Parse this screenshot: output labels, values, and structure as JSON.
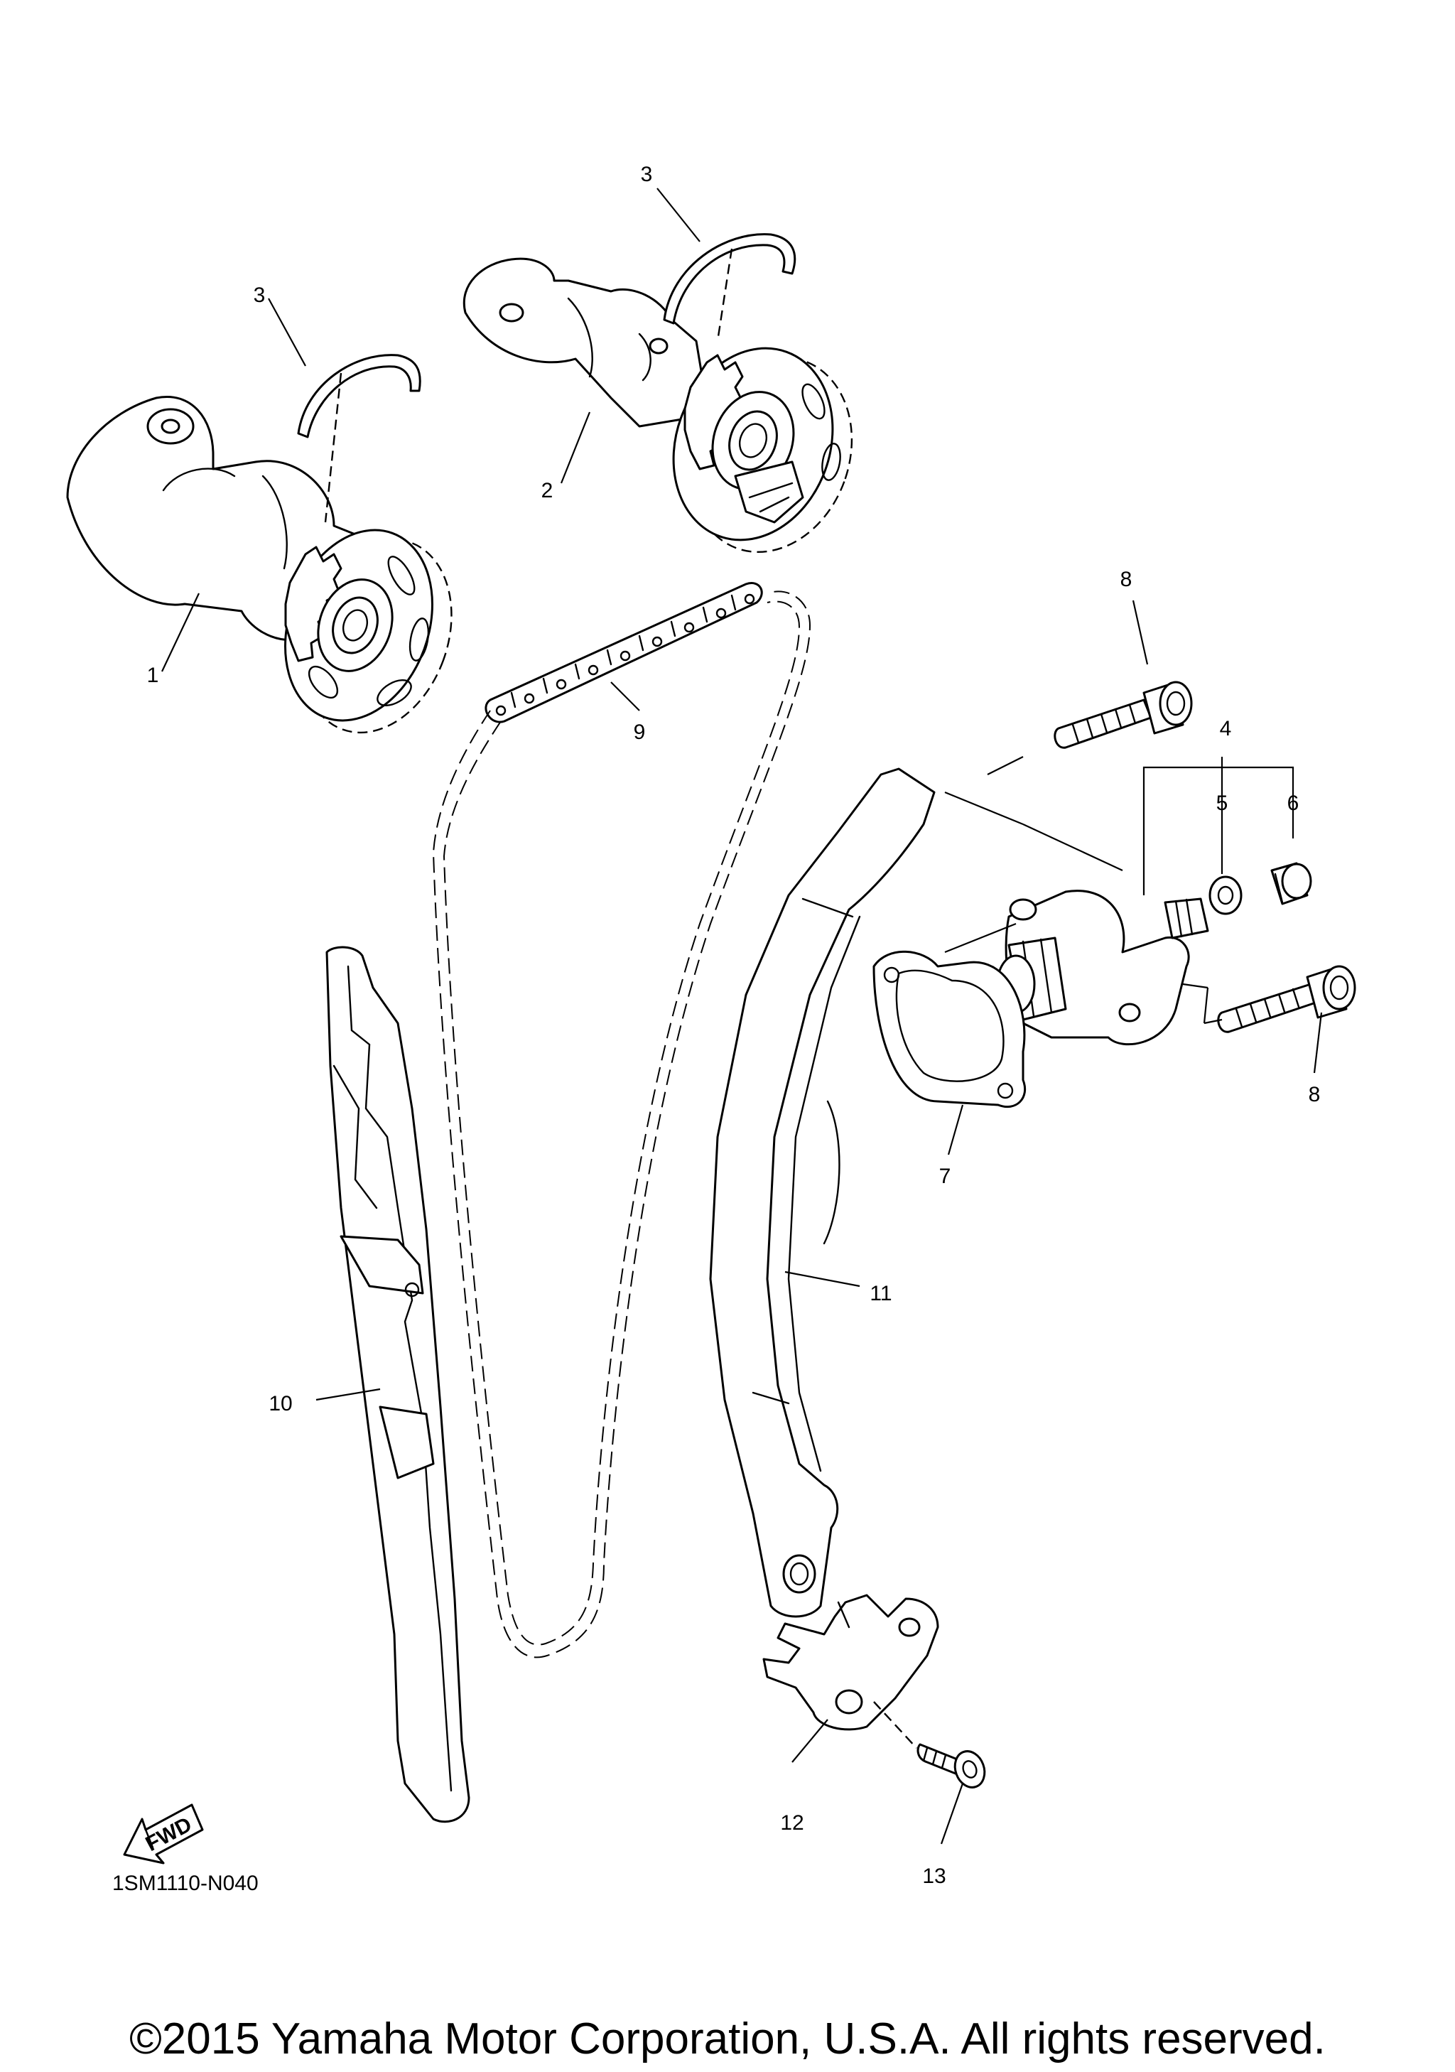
{
  "diagram": {
    "drawing_code": "1SM1110-N040",
    "copyright": "©2015 Yamaha Motor Corporation, U.S.A. All rights reserved.",
    "fwd_label": "FWD",
    "callouts": {
      "c1": "1",
      "c2": "2",
      "c3a": "3",
      "c3b": "3",
      "c4": "4",
      "c5": "5",
      "c6": "6",
      "c7": "7",
      "c8a": "8",
      "c8b": "8",
      "c9": "9",
      "c10": "10",
      "c11": "11",
      "c12": "12",
      "c13": "13"
    }
  }
}
